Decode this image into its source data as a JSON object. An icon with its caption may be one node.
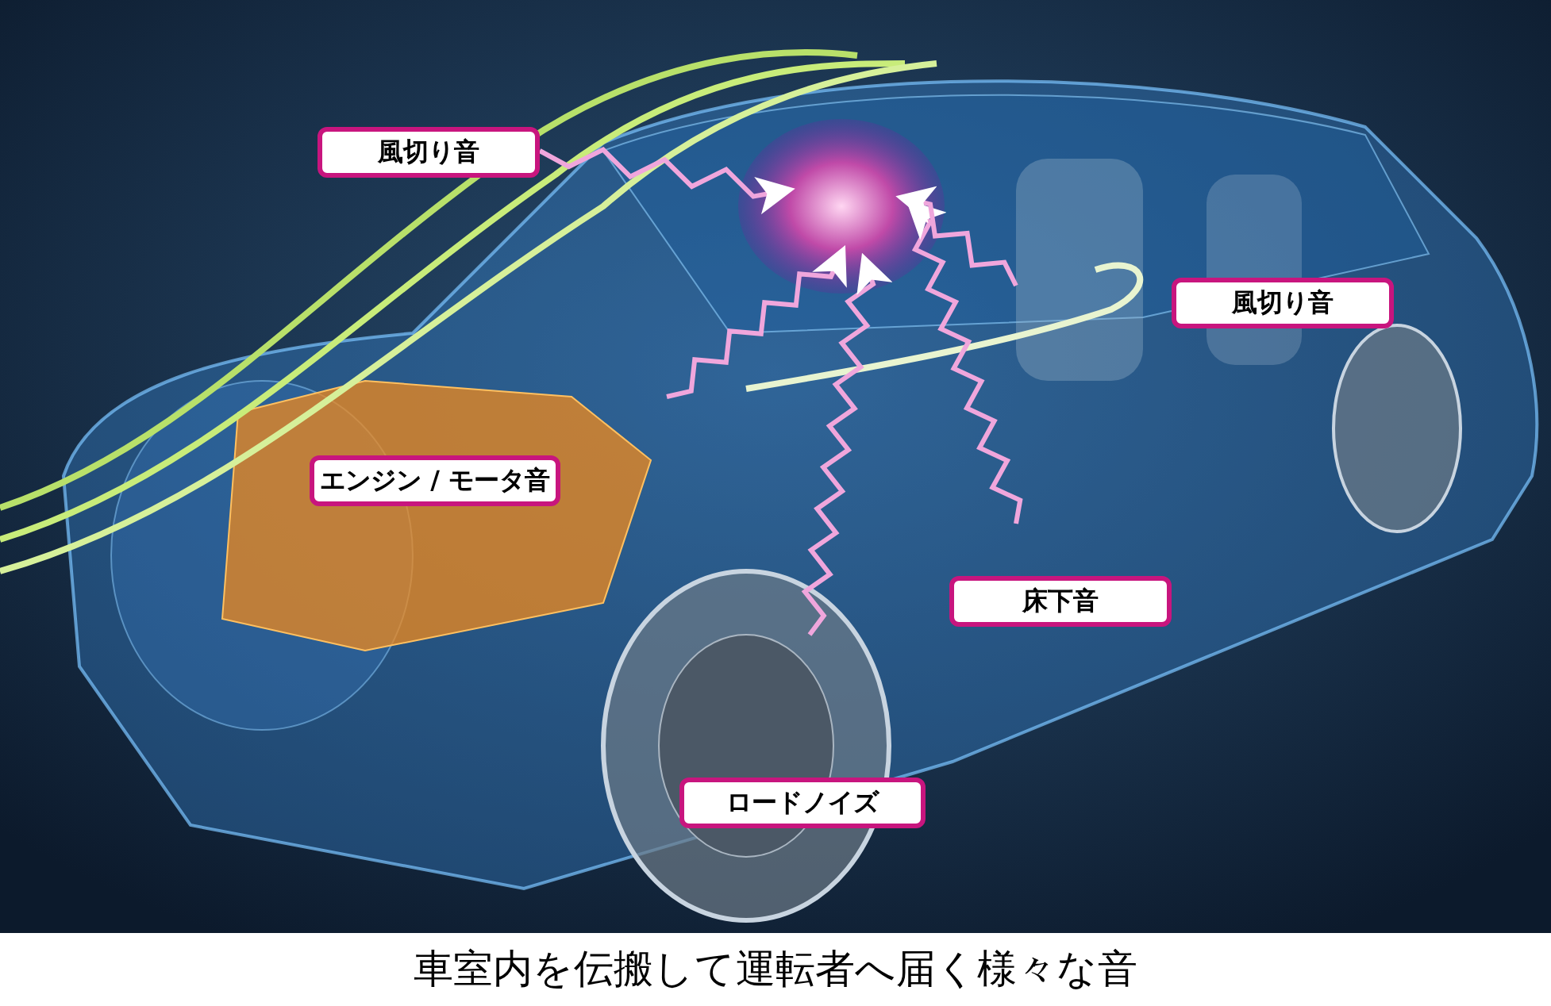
{
  "diagram": {
    "caption": "車室内を伝搬して運転者へ届く様々な音",
    "nodes": [
      {
        "text": [
          "風切り音"
        ]
      },
      {
        "text": [
          "風切り音"
        ]
      },
      {
        "text": [
          "エンジン / モータ音"
        ]
      },
      {
        "text": [
          "床下音"
        ]
      },
      {
        "text": [
          "ロードノイズ"
        ]
      }
    ]
  }
}
